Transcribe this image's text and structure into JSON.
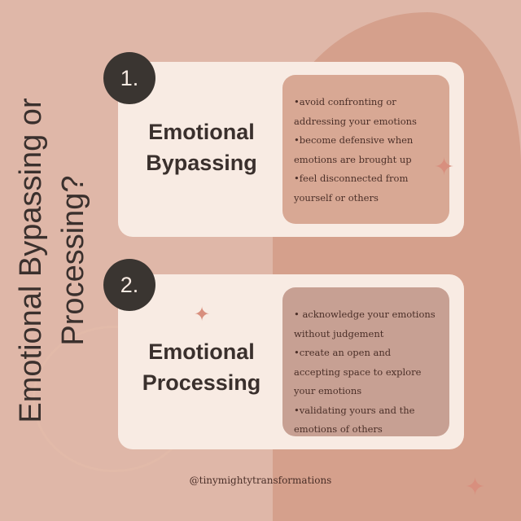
{
  "title": {
    "line1": "Emotional Bypassing or",
    "line2": "Processing?"
  },
  "items": [
    {
      "number": "1.",
      "heading1": "Emotional",
      "heading2": "Bypassing",
      "bullets": [
        "•avoid confronting or addressing your emotions",
        "•become defensive when emotions are brought up",
        "•feel disconnected from yourself or others"
      ]
    },
    {
      "number": "2.",
      "heading1": "Emotional",
      "heading2": "Processing",
      "bullets": [
        "• acknowledge your emotions without judgement",
        "•create an open and accepting space to explore your emotions",
        "•validating yours and the emotions of others"
      ]
    }
  ],
  "handle": "@tinymightytransformations",
  "colors": {
    "background": "#dfb7a8",
    "card": "#f8ebe3",
    "dark": "#3a3531",
    "box1": "#d8a894",
    "box2": "#c7a093"
  }
}
